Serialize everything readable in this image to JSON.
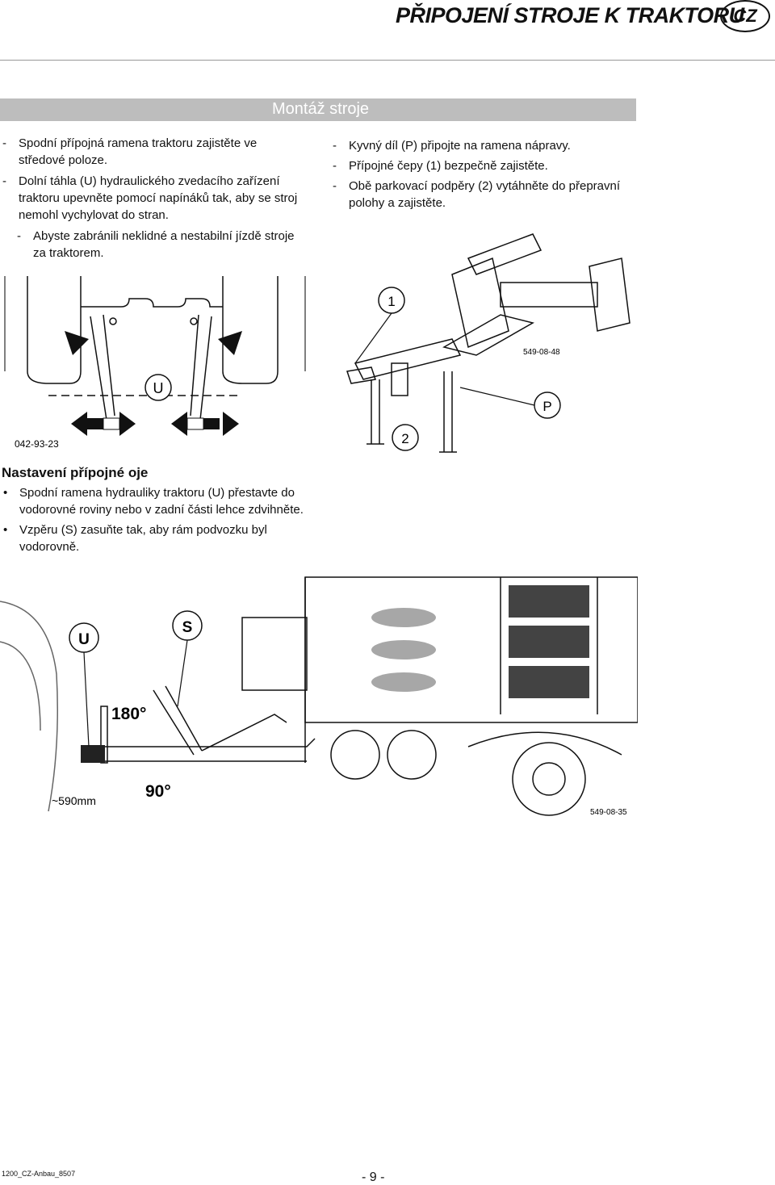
{
  "header": {
    "title": "PŘIPOJENÍ STROJE K TRAKTORU",
    "lang_badge": "CZ"
  },
  "section": {
    "title": "Montáž stroje"
  },
  "left_col": [
    "Spodní přípojná ramena traktoru zajistěte ve středové poloze.",
    "Dolní táhla (U) hydraulického zvedacího zařízení traktoru upevněte pomocí napínáků tak, aby se stroj nemohl vychylovat do stran.",
    "Abyste zabránili neklidné a nestabilní jízdě stroje za traktorem."
  ],
  "right_col": [
    "Kyvný díl (P) připojte na ramena nápravy.",
    "Přípojné čepy (1) bezpečně zajistěte.",
    "Obě parkovací podpěry (2) vytáhněte do přepravní polohy a zajistěte."
  ],
  "dash": "-",
  "fig1": {
    "label_u": "U",
    "code": "042-93-23"
  },
  "fig2": {
    "label_1": "1",
    "label_2": "2",
    "label_p": "P",
    "code": "549-08-48"
  },
  "subheading": "Nastavení přípojné oje",
  "bullets": [
    "Spodní ramena hydrauliky traktoru (U) přestavte do vodorovné roviny nebo v zadní části lehce zdvihněte.",
    "Vzpěru (S) zasuňte tak, aby rám podvozku byl vodorovně."
  ],
  "bullet_glyph": "•",
  "fig3": {
    "label_u": "U",
    "label_s": "S",
    "angle_180": "180°",
    "angle_90": "90°",
    "dist": "~590mm",
    "code": "549-08-35"
  },
  "footer": {
    "doc_id": "1200_CZ-Anbau_8507",
    "page": "- 9 -"
  }
}
